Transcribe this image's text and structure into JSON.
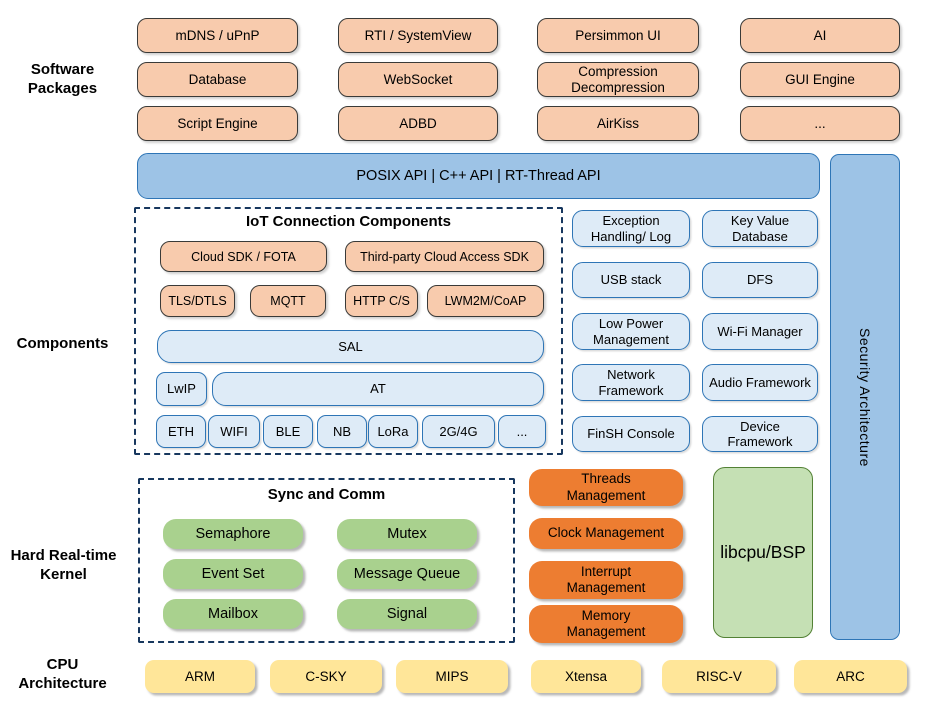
{
  "sidebar_labels": {
    "software": "Software Packages",
    "components": "Components",
    "kernel": "Hard Real-time Kernel",
    "cpu": "CPU Architecture"
  },
  "software_packages": [
    "mDNS / uPnP",
    "RTI / SystemView",
    "Persimmon UI",
    "AI",
    "Database",
    "WebSocket",
    "Compression Decompression",
    "GUI Engine",
    "Script Engine",
    "ADBD",
    "AirKiss",
    "..."
  ],
  "api_bar": "POSIX API  |  C++ API  |  RT-Thread API",
  "security_bar": "Security Architecture",
  "iot": {
    "title": "IoT Connection Components",
    "cloud": [
      "Cloud SDK / FOTA",
      "Third-party Cloud Access SDK"
    ],
    "protocols": [
      "TLS/DTLS",
      "MQTT",
      "HTTP C/S",
      "LWM2M/CoAP"
    ],
    "sal": "SAL",
    "lwip": "LwIP",
    "at": "AT",
    "links": [
      "ETH",
      "WIFI",
      "BLE",
      "NB",
      "LoRa",
      "2G/4G",
      "..."
    ]
  },
  "components": [
    "Exception Handling/ Log",
    "Key Value Database",
    "USB stack",
    "DFS",
    "Low Power Management",
    "Wi-Fi Manager",
    "Network Framework",
    "Audio Framework",
    "FinSH Console",
    "Device Framework"
  ],
  "kernel": {
    "sync_title": "Sync and Comm",
    "sync_items": [
      "Semaphore",
      "Mutex",
      "Event Set",
      "Message Queue",
      "Mailbox",
      "Signal"
    ],
    "management": [
      "Threads Management",
      "Clock Management",
      "Interrupt Management",
      "Memory Management"
    ],
    "libcpu": "libcpu/BSP"
  },
  "cpu_architectures": [
    "ARM",
    "C-SKY",
    "MIPS",
    "Xtensa",
    "RISC-V",
    "ARC"
  ],
  "colors": {
    "peach": "#F8CBAD",
    "blue_bar": "#9DC3E6",
    "light_blue": "#DEEBF7",
    "blue_border": "#2E75B6",
    "green": "#A9D18E",
    "light_green": "#C5E0B4",
    "green_border": "#538135",
    "orange": "#ED7D31",
    "yellow": "#FFE699",
    "dashed_border": "#17375E"
  }
}
